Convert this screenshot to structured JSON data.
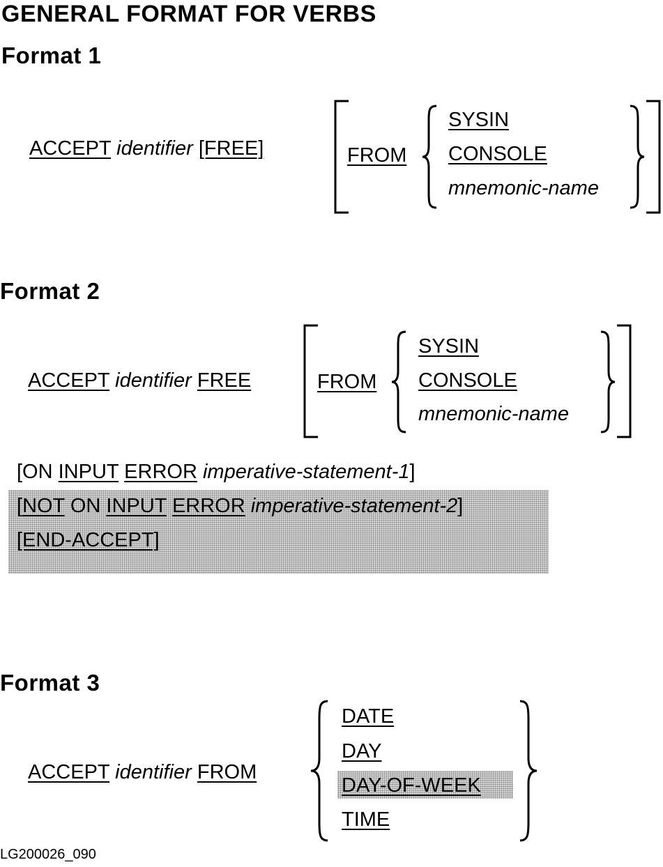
{
  "title": "GENERAL FORMAT FOR VERBS",
  "format1": {
    "heading": "Format 1",
    "accept": "ACCEPT",
    "identifier": "identifier",
    "free": "[FREE]",
    "from": "FROM",
    "options": [
      "SYSIN",
      "CONSOLE",
      "mnemonic-name"
    ]
  },
  "format2": {
    "heading": "Format 2",
    "accept": "ACCEPT",
    "identifier": "identifier",
    "free": "FREE",
    "from": "FROM",
    "options": [
      "SYSIN",
      "CONSOLE",
      "mnemonic-name"
    ],
    "line1": {
      "open": "[ON ",
      "input": "INPUT",
      "error": "ERROR",
      "stmt": "imperative-statement-1",
      "close": "]"
    },
    "line2": {
      "open": "[",
      "not": "NOT",
      "on": " ON ",
      "input": "INPUT",
      "error": "ERROR",
      "stmt": "imperative-statement-2",
      "close": "]"
    },
    "line3": "[END-ACCEPT]"
  },
  "format3": {
    "heading": "Format 3",
    "accept": "ACCEPT",
    "identifier": "identifier",
    "from": "FROM",
    "options": [
      "DATE",
      "DAY",
      "DAY-OF-WEEK",
      "TIME"
    ]
  },
  "figure_id": "LG200026_090"
}
